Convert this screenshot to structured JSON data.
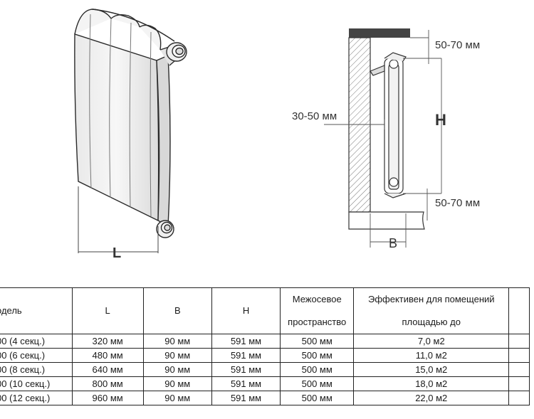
{
  "diagram": {
    "label_L": "L",
    "label_B": "B",
    "label_H": "H",
    "gap_top": "50-70 мм",
    "gap_bottom": "50-70 мм",
    "wall_gap": "30-50 мм"
  },
  "table": {
    "headers": {
      "model": "одель",
      "L": "L",
      "B": "B",
      "H": "H",
      "axis_line1": "Межосевое",
      "axis_line2": "пространство",
      "area_line1": "Эффективен для помещений",
      "area_line2": "площадью до"
    },
    "rows": [
      {
        "model": "00 (4 секц.)",
        "L": "320 мм",
        "B": "90 мм",
        "H": "591 мм",
        "axis": "500 мм",
        "area": "7,0 м2"
      },
      {
        "model": "00 (6 секц.)",
        "L": "480 мм",
        "B": "90 мм",
        "H": "591 мм",
        "axis": "500 мм",
        "area": "11,0 м2"
      },
      {
        "model": "00 (8 секц.)",
        "L": "640 мм",
        "B": "90 мм",
        "H": "591 мм",
        "axis": "500 мм",
        "area": "15,0 м2"
      },
      {
        "model": "00 (10 секц.)",
        "L": "800 мм",
        "B": "90 мм",
        "H": "591 мм",
        "axis": "500 мм",
        "area": "18,0 м2"
      },
      {
        "model": "00 (12 секц.)",
        "L": "960 мм",
        "B": "90 мм",
        "H": "591 мм",
        "axis": "500 мм",
        "area": "22,0 м2"
      }
    ]
  }
}
